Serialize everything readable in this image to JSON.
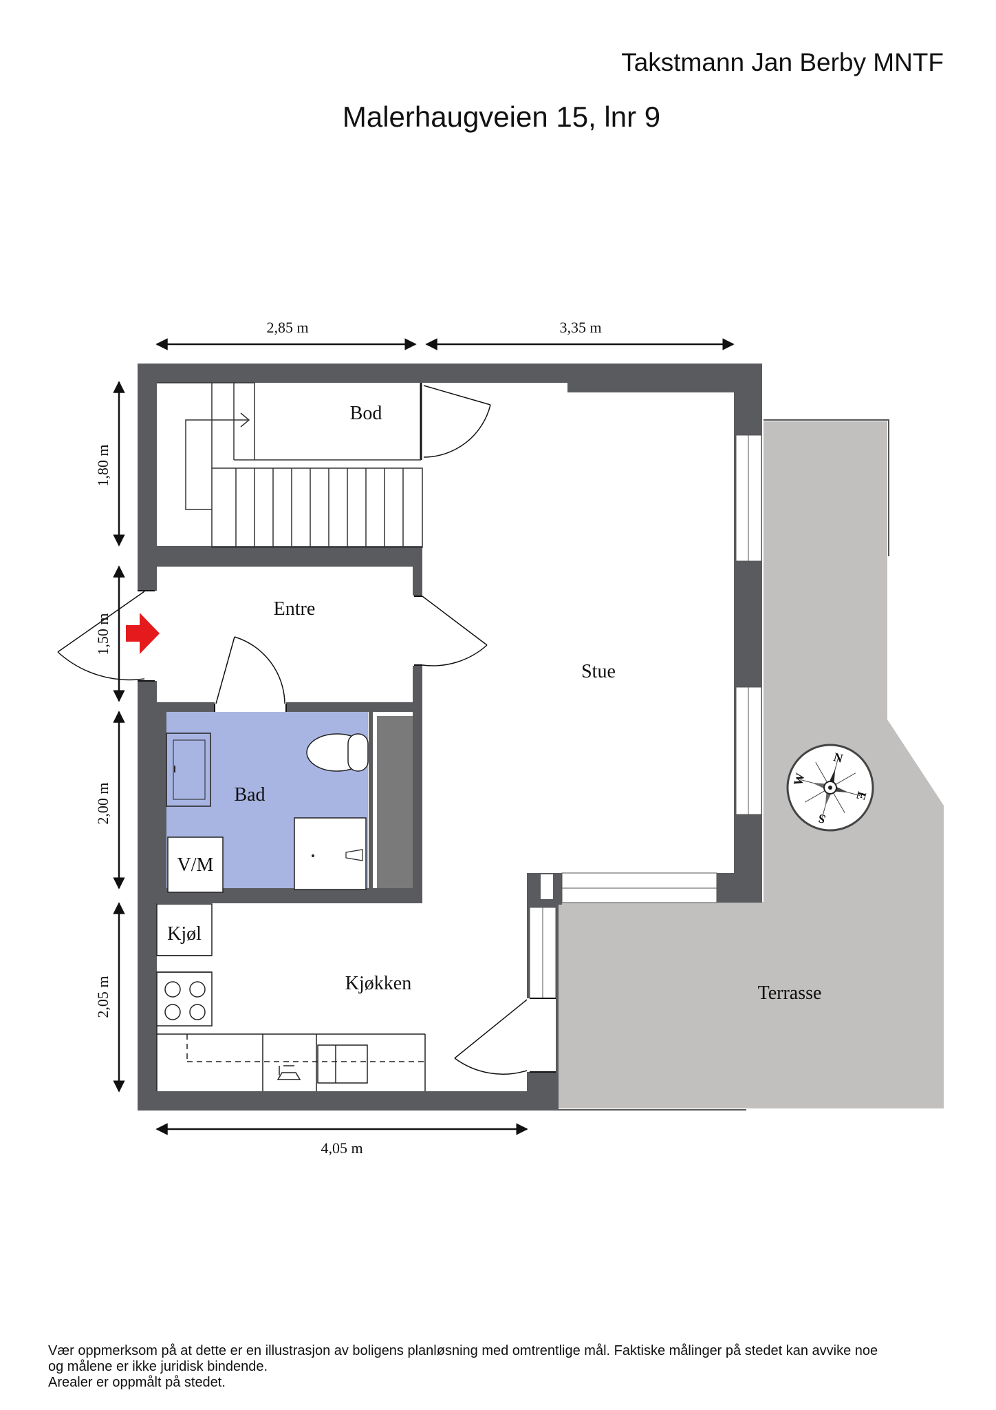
{
  "header": {
    "company": "Takstmann Jan Berby MNTF",
    "address": "Malerhaugveien 15, lnr 9"
  },
  "dimensions": {
    "top_left": "2,85 m",
    "top_right": "3,35 m",
    "left_bod": "1,80 m",
    "left_entre": "1,50 m",
    "left_bad": "2,00 m",
    "left_kjokken": "2,05 m",
    "bottom": "4,05 m"
  },
  "rooms": {
    "bod": "Bod",
    "entre": "Entre",
    "stue": "Stue",
    "bad": "Bad",
    "kjokken": "Kjøkken",
    "terrasse": "Terrasse"
  },
  "fixtures": {
    "vm": "V/M",
    "kjol": "Kjøl"
  },
  "compass": {
    "n": "N",
    "e": "E",
    "s": "S",
    "w": "W"
  },
  "colors": {
    "wall": "#5a5b5e",
    "bathroom": "#a8b5e2",
    "terrace": "#c1c0bf",
    "entry_arrow": "#e41a1c"
  },
  "disclaimer": {
    "line1": "Vær oppmerksom på at dette er en illustrasjon av boligens planløsning med omtrentlige mål. Faktiske målinger på stedet kan avvike noe",
    "line2": "og målene er ikke juridisk bindende.",
    "line3": "Arealer er oppmålt på stedet."
  }
}
